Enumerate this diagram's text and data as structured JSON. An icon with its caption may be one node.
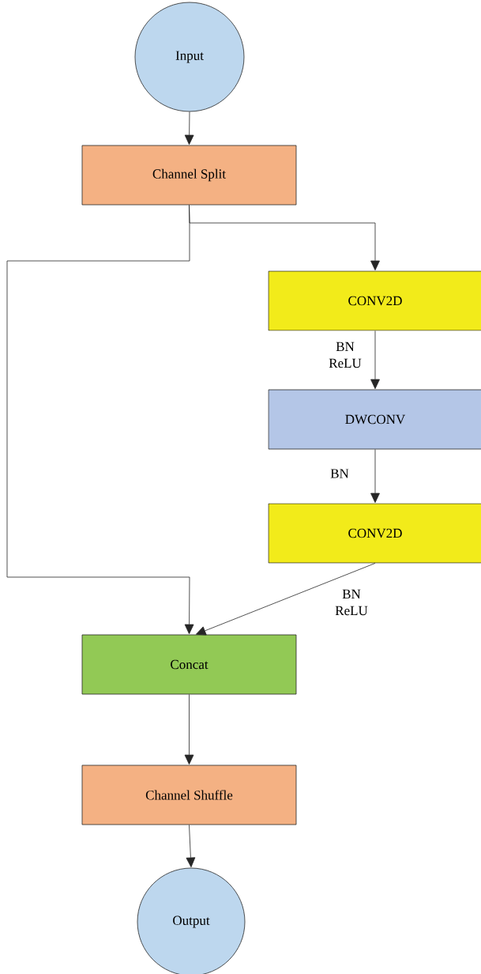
{
  "diagram": {
    "nodes": [
      {
        "text": [
          "Input"
        ]
      },
      {
        "text": [
          "Channel Split"
        ]
      },
      {
        "text": [
          "CONV2D"
        ]
      },
      {
        "text": [
          "DWCONV"
        ]
      },
      {
        "text": [
          "CONV2D"
        ]
      },
      {
        "text": [
          "Concat"
        ]
      },
      {
        "text": [
          "Channel Shuffle"
        ]
      },
      {
        "text": [
          "Output"
        ]
      }
    ],
    "edges": [
      {
        "from": 0,
        "to": 1,
        "arrow": "to"
      },
      {
        "from": 1,
        "to": 2,
        "arrow": "to"
      },
      {
        "from": 1,
        "to": 5,
        "arrow": "to"
      },
      {
        "from": 2,
        "to": 3,
        "arrow": "to",
        "label": "BN ReLU"
      },
      {
        "from": 3,
        "to": 4,
        "arrow": "to",
        "label": "BN"
      },
      {
        "from": 4,
        "to": 5,
        "arrow": "to",
        "label": "BN ReLU"
      },
      {
        "from": 5,
        "to": 6,
        "arrow": "to"
      },
      {
        "from": 6,
        "to": 7,
        "arrow": "to"
      }
    ]
  }
}
